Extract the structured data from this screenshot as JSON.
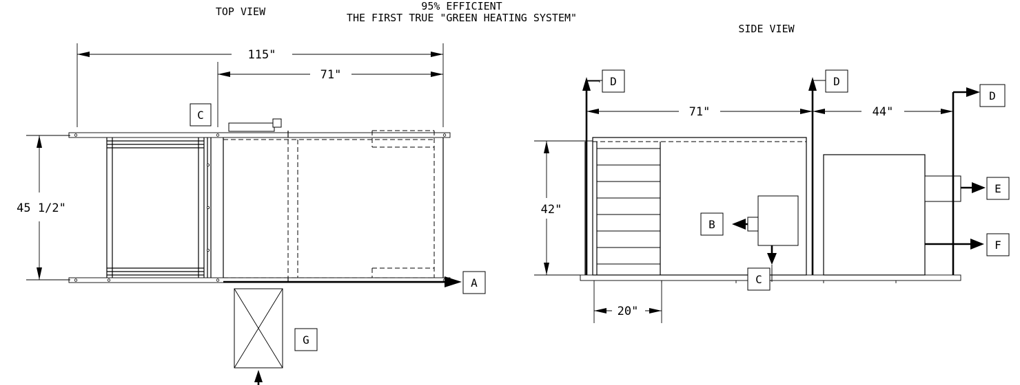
{
  "header": {
    "efficiency": "95% EFFICIENT",
    "tagline": "THE FIRST TRUE \"GREEN HEATING SYSTEM\""
  },
  "top_view": {
    "title": "TOP VIEW",
    "dims": {
      "overall_length": "115\"",
      "section_length": "71\"",
      "width": "45 1/2\""
    },
    "callouts": {
      "c": "C",
      "a": "A",
      "g": "G"
    }
  },
  "side_view": {
    "title": "SIDE VIEW",
    "dims": {
      "section_length": "71\"",
      "right_length": "44\"",
      "height": "42\"",
      "coil_length": "20\""
    },
    "callouts": {
      "d1": "D",
      "d2": "D",
      "d3": "D",
      "e": "E",
      "f": "F",
      "b": "B",
      "c": "C"
    }
  }
}
